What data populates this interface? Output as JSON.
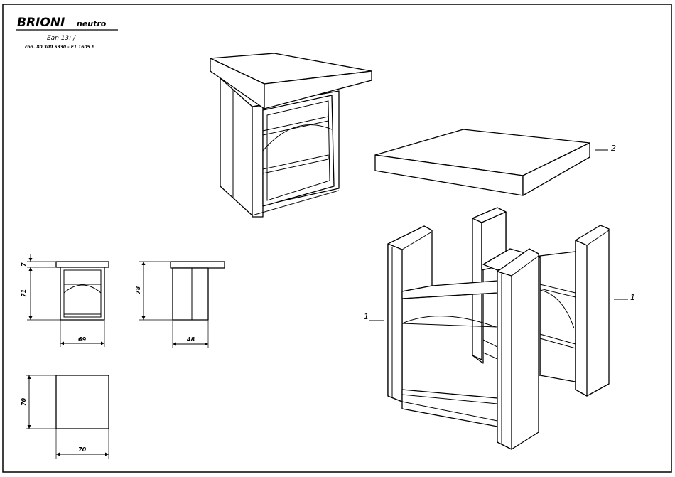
{
  "title_block": {
    "name": "BRIONI",
    "variant": "neutro",
    "ean": "Ean 13:  /",
    "code": "cod. 80 300 5330 - E1 1605 b"
  },
  "dimensions": {
    "front_top_thickness": "7",
    "front_body_height": "71",
    "front_width": "69",
    "side_height": "78",
    "side_depth": "48",
    "plan_depth": "70",
    "plan_width": "70"
  },
  "part_labels": {
    "top": "2",
    "side_right": "1",
    "side_left": "1"
  }
}
